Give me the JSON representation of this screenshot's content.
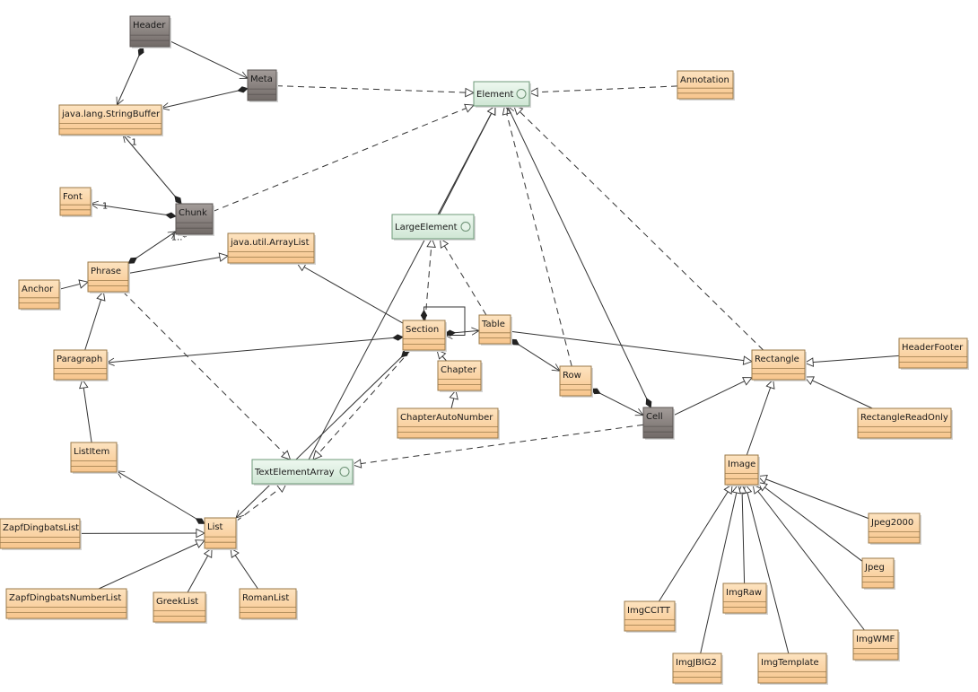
{
  "palette": {
    "class_fill": "#fbd6a8",
    "class_stroke": "#9a7a4a",
    "interface_fill": "#dcefe0",
    "interface_stroke": "#6f9a7a",
    "external_fill": "#8a8380",
    "external_stroke": "#5b5553",
    "line": "#333333"
  },
  "nodes": [
    {
      "id": "Header",
      "label": "Header",
      "kind": "external"
    },
    {
      "id": "Meta",
      "label": "Meta",
      "kind": "external"
    },
    {
      "id": "StringBuffer",
      "label": "java.lang.StringBuffer",
      "kind": "class"
    },
    {
      "id": "Element",
      "label": "Element",
      "kind": "interface"
    },
    {
      "id": "Annotation",
      "label": "Annotation",
      "kind": "class"
    },
    {
      "id": "Font",
      "label": "Font",
      "kind": "class"
    },
    {
      "id": "Chunk",
      "label": "Chunk",
      "kind": "external"
    },
    {
      "id": "LargeElement",
      "label": "LargeElement",
      "kind": "interface"
    },
    {
      "id": "ArrayList",
      "label": "java.util.ArrayList",
      "kind": "class"
    },
    {
      "id": "Phrase",
      "label": "Phrase",
      "kind": "class"
    },
    {
      "id": "Anchor",
      "label": "Anchor",
      "kind": "class"
    },
    {
      "id": "Section",
      "label": "Section",
      "kind": "class"
    },
    {
      "id": "Table",
      "label": "Table",
      "kind": "class"
    },
    {
      "id": "Paragraph",
      "label": "Paragraph",
      "kind": "class"
    },
    {
      "id": "Chapter",
      "label": "Chapter",
      "kind": "class"
    },
    {
      "id": "Row",
      "label": "Row",
      "kind": "class"
    },
    {
      "id": "Rectangle",
      "label": "Rectangle",
      "kind": "class"
    },
    {
      "id": "HeaderFooter",
      "label": "HeaderFooter",
      "kind": "class"
    },
    {
      "id": "ChapterAutoNumber",
      "label": "ChapterAutoNumber",
      "kind": "class"
    },
    {
      "id": "Cell",
      "label": "Cell",
      "kind": "external"
    },
    {
      "id": "RectangleReadOnly",
      "label": "RectangleReadOnly",
      "kind": "class"
    },
    {
      "id": "ListItem",
      "label": "ListItem",
      "kind": "class"
    },
    {
      "id": "TextElementArray",
      "label": "TextElementArray",
      "kind": "interface"
    },
    {
      "id": "Image",
      "label": "Image",
      "kind": "class"
    },
    {
      "id": "ZapfDingbatsList",
      "label": "ZapfDingbatsList",
      "kind": "class"
    },
    {
      "id": "List",
      "label": "List",
      "kind": "class"
    },
    {
      "id": "Jpeg2000",
      "label": "Jpeg2000",
      "kind": "class"
    },
    {
      "id": "Jpeg",
      "label": "Jpeg",
      "kind": "class"
    },
    {
      "id": "ZapfDingbatsNumberList",
      "label": "ZapfDingbatsNumberList",
      "kind": "class"
    },
    {
      "id": "GreekList",
      "label": "GreekList",
      "kind": "class"
    },
    {
      "id": "RomanList",
      "label": "RomanList",
      "kind": "class"
    },
    {
      "id": "ImgRaw",
      "label": "ImgRaw",
      "kind": "class"
    },
    {
      "id": "ImgCCITT",
      "label": "ImgCCITT",
      "kind": "class"
    },
    {
      "id": "ImgWMF",
      "label": "ImgWMF",
      "kind": "class"
    },
    {
      "id": "ImgJBIG2",
      "label": "ImgJBIG2",
      "kind": "class"
    },
    {
      "id": "ImgTemplate",
      "label": "ImgTemplate",
      "kind": "class"
    }
  ],
  "edges": [
    {
      "from": "Header",
      "to": "StringBuffer",
      "type": "composition"
    },
    {
      "from": "Header",
      "to": "Meta",
      "type": "association"
    },
    {
      "from": "Meta",
      "to": "StringBuffer",
      "type": "composition"
    },
    {
      "from": "Meta",
      "to": "Element",
      "type": "realization"
    },
    {
      "from": "Annotation",
      "to": "Element",
      "type": "realization"
    },
    {
      "from": "Chunk",
      "to": "StringBuffer",
      "type": "composition",
      "label": "1"
    },
    {
      "from": "Chunk",
      "to": "Font",
      "type": "composition",
      "label": "1"
    },
    {
      "from": "Chunk",
      "to": "Element",
      "type": "realization"
    },
    {
      "from": "Phrase",
      "to": "Chunk",
      "type": "composition",
      "label": "1..*"
    },
    {
      "from": "Phrase",
      "to": "ArrayList",
      "type": "generalization"
    },
    {
      "from": "Anchor",
      "to": "Phrase",
      "type": "generalization"
    },
    {
      "from": "Paragraph",
      "to": "Phrase",
      "type": "generalization"
    },
    {
      "from": "ListItem",
      "to": "Paragraph",
      "type": "generalization"
    },
    {
      "from": "Phrase",
      "to": "TextElementArray",
      "type": "realization"
    },
    {
      "from": "LargeElement",
      "to": "Element",
      "type": "generalization"
    },
    {
      "from": "Section",
      "to": "ArrayList",
      "type": "generalization"
    },
    {
      "from": "Section",
      "to": "LargeElement",
      "type": "realization"
    },
    {
      "from": "Section",
      "to": "TextElementArray",
      "type": "realization"
    },
    {
      "from": "Section",
      "to": "Paragraph",
      "type": "composition"
    },
    {
      "from": "Section",
      "to": "Section",
      "type": "composition"
    },
    {
      "from": "Chapter",
      "to": "Section",
      "type": "generalization"
    },
    {
      "from": "ChapterAutoNumber",
      "to": "Chapter",
      "type": "generalization"
    },
    {
      "from": "Section",
      "to": "Table",
      "type": "composition"
    },
    {
      "from": "Table",
      "to": "LargeElement",
      "type": "realization"
    },
    {
      "from": "Table",
      "to": "Rectangle",
      "type": "generalization"
    },
    {
      "from": "Table",
      "to": "Row",
      "type": "composition"
    },
    {
      "from": "Row",
      "to": "Element",
      "type": "realization"
    },
    {
      "from": "Row",
      "to": "Cell",
      "type": "composition"
    },
    {
      "from": "Cell",
      "to": "Element",
      "type": "composition"
    },
    {
      "from": "Cell",
      "to": "Rectangle",
      "type": "generalization"
    },
    {
      "from": "Cell",
      "to": "TextElementArray",
      "type": "realization"
    },
    {
      "from": "Rectangle",
      "to": "Element",
      "type": "realization"
    },
    {
      "from": "HeaderFooter",
      "to": "Rectangle",
      "type": "generalization"
    },
    {
      "from": "RectangleReadOnly",
      "to": "Rectangle",
      "type": "generalization"
    },
    {
      "from": "Image",
      "to": "Rectangle",
      "type": "generalization"
    },
    {
      "from": "TextElementArray",
      "to": "Element",
      "type": "generalization"
    },
    {
      "from": "List",
      "to": "ListItem",
      "type": "composition"
    },
    {
      "from": "List",
      "to": "TextElementArray",
      "type": "realization"
    },
    {
      "from": "Section",
      "to": "List",
      "type": "composition"
    },
    {
      "from": "ZapfDingbatsList",
      "to": "List",
      "type": "generalization"
    },
    {
      "from": "ZapfDingbatsNumberList",
      "to": "List",
      "type": "generalization"
    },
    {
      "from": "GreekList",
      "to": "List",
      "type": "generalization"
    },
    {
      "from": "RomanList",
      "to": "List",
      "type": "generalization"
    },
    {
      "from": "Jpeg2000",
      "to": "Image",
      "type": "generalization"
    },
    {
      "from": "Jpeg",
      "to": "Image",
      "type": "generalization"
    },
    {
      "from": "ImgWMF",
      "to": "Image",
      "type": "generalization"
    },
    {
      "from": "ImgTemplate",
      "to": "Image",
      "type": "generalization"
    },
    {
      "from": "ImgRaw",
      "to": "Image",
      "type": "generalization"
    },
    {
      "from": "ImgJBIG2",
      "to": "Image",
      "type": "generalization"
    },
    {
      "from": "ImgCCITT",
      "to": "Image",
      "type": "generalization"
    }
  ]
}
